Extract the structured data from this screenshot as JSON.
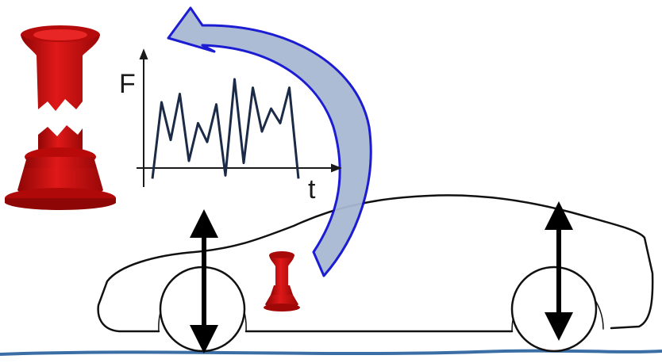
{
  "diagram": {
    "axis_labels": {
      "y": "F",
      "x": "t"
    },
    "signal_values": [
      0.05,
      0.78,
      0.42,
      0.86,
      0.22,
      0.58,
      0.4,
      0.76,
      0.08,
      1.0,
      0.2,
      0.92,
      0.5,
      0.72,
      0.58,
      0.92,
      0.05
    ],
    "colors": {
      "road": "#3a6ea5",
      "curved_arrow_fill": "#a9b9d3",
      "curved_arrow_stroke": "#1010d0",
      "part_red": "#c90d0d",
      "signal": "#1b2b47",
      "car_outline": "#111111",
      "vertical_arrows": "#000000"
    },
    "icons": [
      "cracked-bushing-icon",
      "small-bushing-icon",
      "force-time-plot",
      "car-silhouette",
      "curved-return-arrow"
    ]
  }
}
